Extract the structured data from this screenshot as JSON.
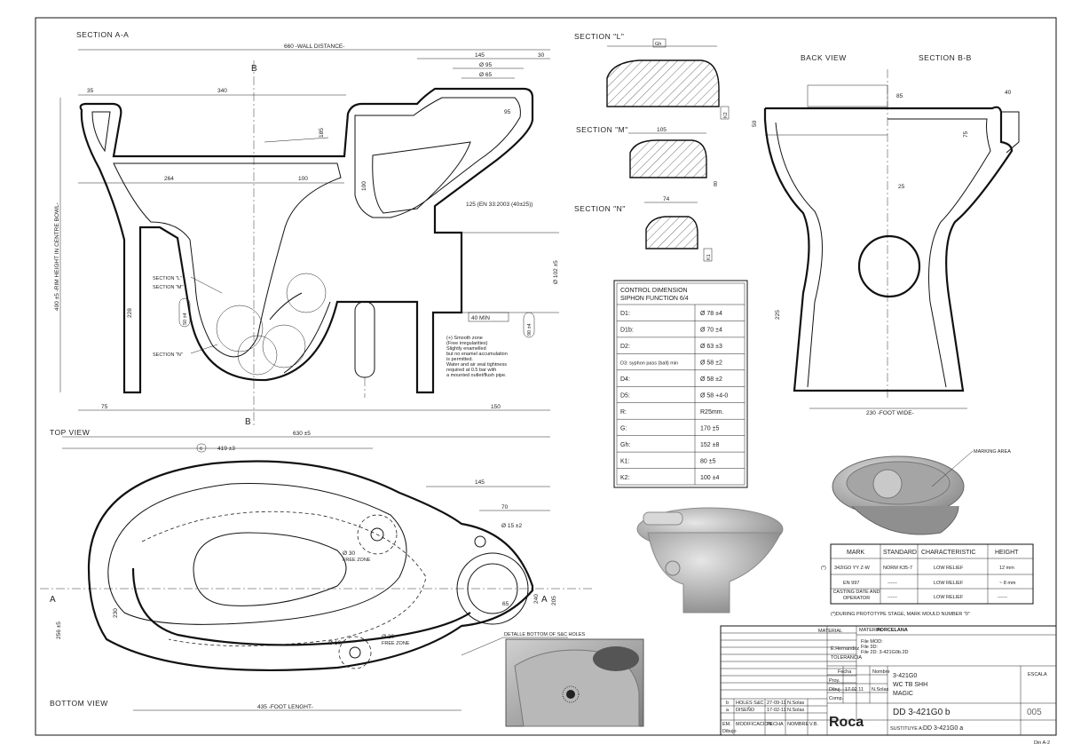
{
  "views": {
    "section_aa": "SECTION A-A",
    "top_view": "TOP VIEW",
    "bottom_view": "BOTTOM VIEW",
    "back_view": "BACK VIEW",
    "section_bb": "SECTION B-B",
    "section_l": "SECTION \"L\"",
    "section_m": "SECTION \"M\"",
    "section_n": "SECTION \"N\""
  },
  "cut_markers": {
    "a": "A",
    "b": "B"
  },
  "section_callouts": {
    "l": "SECTION \"L\"",
    "m": "SECTION \"M\"",
    "n": "SECTION \"N\""
  },
  "dimensions": {
    "wall_distance": "660 -WALL DISTANCE-",
    "d145": "145",
    "d30": "30",
    "d95a": "Ø 95",
    "d65": "Ø 65",
    "d95b": "95",
    "d35": "35",
    "d340": "340",
    "d264": "264",
    "d100": "100",
    "d75": "75",
    "d150": "150",
    "d228": "228",
    "d185": "185",
    "d100v": "100",
    "rim_height": "400 ±5 -RIM HEIGHT IN CENTRE BOWL-",
    "outlet": "125 (EN 33:2003 (40±25))",
    "d102": "Ø 102 ±5",
    "min40": "40 MIN",
    "d90": "90 ±4",
    "d50": "50 ±4",
    "d630": "630 ±5",
    "d419": "419 ±3",
    "d6": "6",
    "d145t": "145",
    "d70": "70",
    "d15": "Ø 15 ±2",
    "d30f": "Ø 30",
    "d30f_note": "FREE ZONE",
    "d20f": "Ø 20",
    "d20f_note": "FREE ZONE",
    "d10": "Ø 10",
    "d230": "230",
    "d256": "256 ±5",
    "d65t": "65",
    "d240": "240",
    "d205": "205",
    "foot_length": "435 -FOOT LENGHT-",
    "foot_width": "230 -FOOT WIDE-",
    "d225": "225",
    "d85": "85",
    "d40": "40",
    "d75b": "75",
    "d25": "25",
    "d50b": "50",
    "sec_l_gh": "Gh",
    "sec_l_k2": "K2",
    "sec_m_105": "105",
    "sec_m_80": "80",
    "sec_n_74": "74",
    "sec_n_k1": "K1"
  },
  "note": [
    "(+) Smooth zone",
    "(Free irregularities)",
    "Slightly enamelled",
    "but no enamel accumulation",
    "is permitted.",
    "Water and air seal tightness",
    "required at 0.5 bar with",
    "a mounted outlet/flush pipe."
  ],
  "siphon_table": {
    "title": [
      "CONTROL DIMENSION",
      "SIPHON FUNCTION 6/4"
    ],
    "rows": [
      {
        "k": "D1:",
        "v": "Ø 78 ±4"
      },
      {
        "k": "D1b:",
        "v": "Ø 70 ±4"
      },
      {
        "k": "D2:",
        "v": "Ø 63 ±3"
      },
      {
        "k": "D3: syphon pass (ball) min",
        "v": "Ø 58 ±2"
      },
      {
        "k": "D4:",
        "v": "Ø 58 ±2"
      },
      {
        "k": "D5:",
        "v": "Ø 58 +4-0"
      },
      {
        "k": "R:",
        "v": "R25mm."
      },
      {
        "k": "G:",
        "v": "170 ±5"
      },
      {
        "k": "Gh:",
        "v": "152 ±8"
      },
      {
        "k": "K1:",
        "v": "80 ±5"
      },
      {
        "k": "K2:",
        "v": "100 ±4"
      }
    ]
  },
  "marking": {
    "area_label": "MARKING AREA",
    "headers": [
      "MARK",
      "STANDARD",
      "CHARACTERISTIC",
      "HEIGHT"
    ],
    "rows": [
      {
        "mark": "342IGO YY Z-W",
        "std": "NORM K35-7",
        "char": "LOW RELIEF",
        "h": "12 mm"
      },
      {
        "mark": "EN 997",
        "std": "------",
        "char": "LOW RELIEF",
        "h": "~ 8 mm"
      },
      {
        "mark": "CASTING DATE AND OPERATOR",
        "std": "------",
        "char": "LOW RELIEF",
        "h": "------"
      }
    ],
    "marker_prefix": "(*)",
    "footnote": "(*)DURING PROTOTYPE STAGE, MARK MOULD NUMBER \"0\""
  },
  "detail_label": "DETALLE BOTTOM OF S&C HOLES",
  "title_block": {
    "material_label": "MATERIAL",
    "material": "PORCELANA",
    "files": [
      "File MOD:",
      "File 3D:",
      "File 2D: 3-421G0b.2D"
    ],
    "author": "E.Hernandez",
    "tolerancia": "TOLERANCIA",
    "fecha": "Fecha",
    "nombre": "Nombre",
    "proy": "Proy.",
    "dibuj": "Dibuj.",
    "dibuj_date": "17.02.11",
    "dibuj_name": "N.Solas",
    "comp": "Comp.",
    "product_code": "3-421G0",
    "product_line1": "WC TB SHH",
    "product_line2": "MAGIC",
    "escala": "ESCALA",
    "drawing_no": "DD 3-421G0 b",
    "sheet": "005",
    "sustituye": "SUSTITUYE A:",
    "replaces": "DD 3-421G0 a",
    "brand": "Roca",
    "rev_rows": [
      {
        "rev": "b",
        "desc": "HOLES S&C",
        "date": "27-09-11",
        "name": "N.Solas"
      },
      {
        "rev": "a",
        "desc": "DISEÑO",
        "date": "17-02-11",
        "name": "N.Solas"
      }
    ],
    "rev_headers": [
      "EM.",
      "MODIFICACION",
      "FECHA",
      "NOMBRE",
      "V.B."
    ],
    "rev_side": "Dibujo"
  },
  "corner_code": "Din A-2"
}
